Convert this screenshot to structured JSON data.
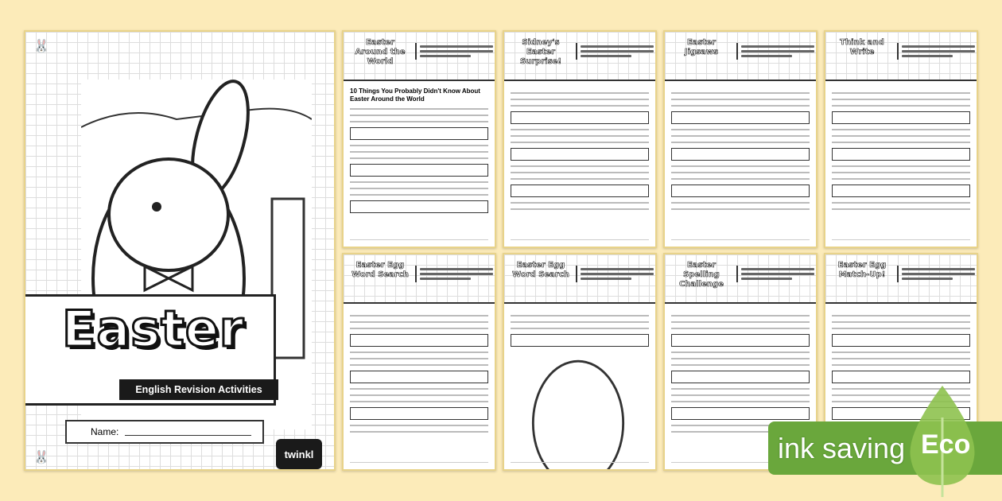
{
  "cover": {
    "title": "Easter",
    "subtitle": "English Revision Activities",
    "name_label": "Name:",
    "brand": "twinkl"
  },
  "worksheets": [
    {
      "title": "Easter Around the World",
      "heading": "10 Things You Probably Didn't Know About Easter Around the World"
    },
    {
      "title": "Sidney's Easter Surprise!"
    },
    {
      "title": "Easter Jigsaws"
    },
    {
      "title": "Think and Write"
    },
    {
      "title": "Easter Egg Word Search"
    },
    {
      "title": "Easter Egg Word Search"
    },
    {
      "title": "Easter Spelling Challenge"
    },
    {
      "title": "Easter Egg Match-Up!"
    }
  ],
  "badge": {
    "label": "ink saving",
    "eco": "Eco",
    "color": "#6aa73c"
  }
}
